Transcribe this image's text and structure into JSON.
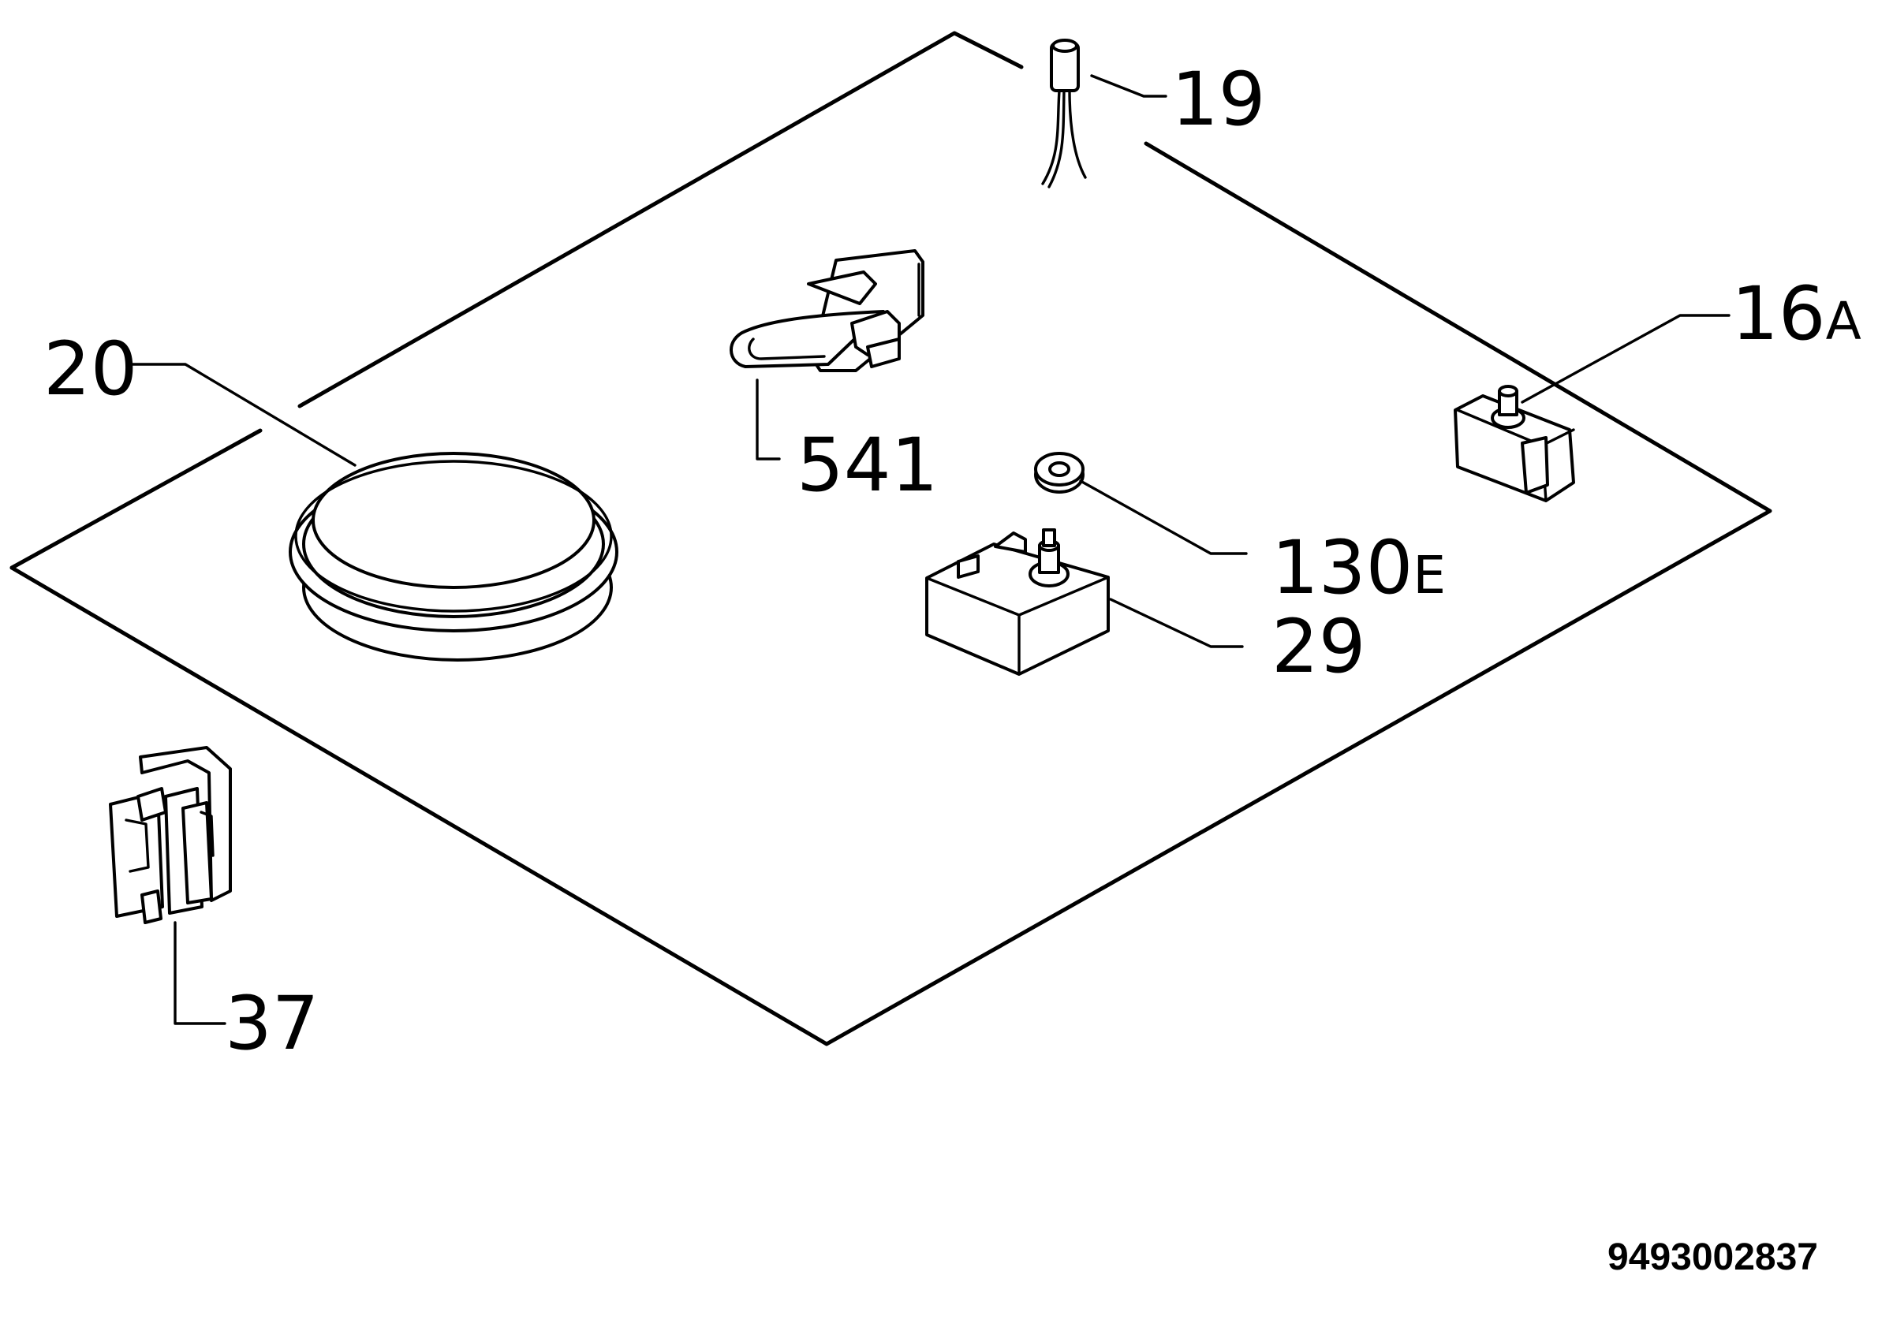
{
  "labels": {
    "p19": "19",
    "p16": "16",
    "p16_suffix": "A",
    "p20": "20",
    "p541": "541",
    "p130": "130",
    "p130_suffix": "E",
    "p29": "29",
    "p37": "37"
  },
  "drawing_code": "9493002837",
  "colors": {
    "ink": "#000000",
    "paper": "#ffffff"
  }
}
